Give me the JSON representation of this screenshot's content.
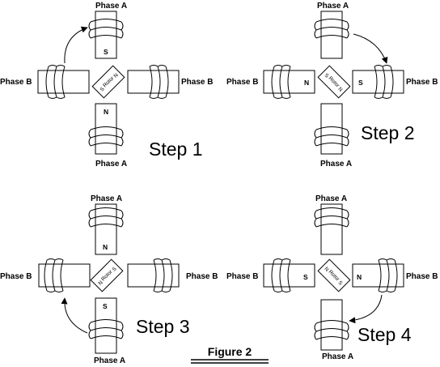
{
  "figure_caption": "Figure 2",
  "panels": [
    {
      "step_label": "Step 1",
      "phase_a_top": "Phase A",
      "phase_a_bottom": "Phase A",
      "phase_b_left": "Phase B",
      "phase_b_right": "Phase B",
      "poles": {
        "top": "S",
        "bottom": "N",
        "left": "",
        "right": ""
      },
      "rotor": {
        "label": "Rotor",
        "north": "N",
        "south": "S"
      },
      "arrow": "top-left"
    },
    {
      "step_label": "Step 2",
      "phase_a_top": "Phase A",
      "phase_a_bottom": "Phase A",
      "phase_b_left": "Phase B",
      "phase_b_right": "Phase B",
      "poles": {
        "top": "",
        "bottom": "",
        "left": "N",
        "right": "S"
      },
      "rotor": {
        "label": "Rotor",
        "north": "N",
        "south": "S"
      },
      "arrow": "top-right"
    },
    {
      "step_label": "Step 3",
      "phase_a_top": "Phase A",
      "phase_a_bottom": "Phase A",
      "phase_b_left": "Phase B",
      "phase_b_right": "Phase B",
      "poles": {
        "top": "N",
        "bottom": "S",
        "left": "",
        "right": ""
      },
      "rotor": {
        "label": "Rotor",
        "north": "N",
        "south": "S"
      },
      "arrow": "bottom-left"
    },
    {
      "step_label": "Step 4",
      "phase_a_top": "Phase A",
      "phase_a_bottom": "Phase A",
      "phase_b_left": "Phase B",
      "phase_b_right": "Phase B",
      "poles": {
        "top": "",
        "bottom": "",
        "left": "S",
        "right": "N"
      },
      "rotor": {
        "label": "Rotor",
        "north": "N",
        "south": "S"
      },
      "arrow": "bottom-right"
    }
  ]
}
